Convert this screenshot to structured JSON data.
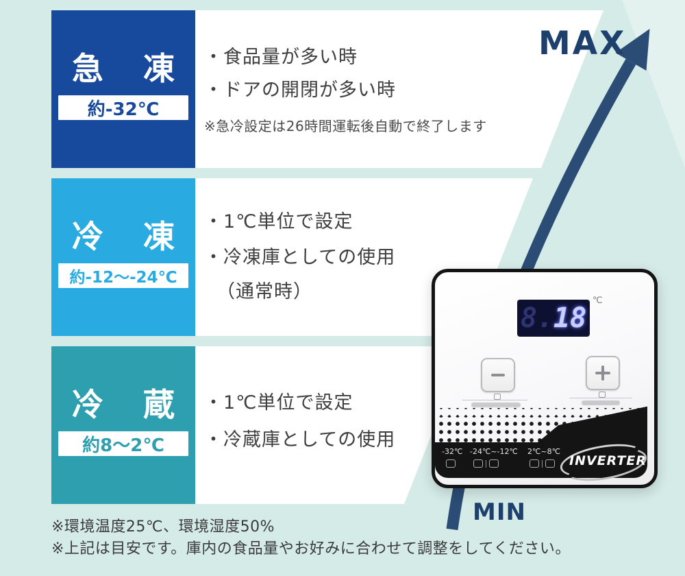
{
  "modes": [
    {
      "title_chars": [
        "急",
        "凍"
      ],
      "temp_label": "約-32℃",
      "bullets": [
        "・食品量が多い時",
        "・ドアの開閉が多い時"
      ],
      "note": "※急冷設定は26時間運転後自動で終了します",
      "color": "#17499c"
    },
    {
      "title_chars": [
        "冷",
        "凍"
      ],
      "temp_label": "約-12～-24℃",
      "bullets": [
        "・1℃単位で設定",
        "・冷凍庫としての使用",
        "（通常時）"
      ],
      "color": "#29abe2"
    },
    {
      "title_chars": [
        "冷",
        "蔵"
      ],
      "temp_label": "約8～2℃",
      "bullets": [
        "・1℃単位で設定",
        "・冷蔵庫としての使用"
      ],
      "color": "#2e9fae"
    }
  ],
  "scale": {
    "max_label": "MAX",
    "min_label": "MIN"
  },
  "control_panel": {
    "display": {
      "ghost_digit": "8.",
      "value": "18",
      "unit": "℃"
    },
    "zones": [
      {
        "range": "-32℃"
      },
      {
        "range": "-24℃~-12℃"
      },
      {
        "range": "2℃~8℃"
      }
    ],
    "brand": "INVERTER"
  },
  "footnotes": [
    "※環境温度25℃、環境湿度50%",
    "※上記は目安です。庫内の食品量やお好みに合わせて調整をしてください。"
  ],
  "colors": {
    "background": "#d5ebe7",
    "accent_navy": "#24466f",
    "quick_freeze_blue": "#17499c",
    "freeze_blue": "#29abe2",
    "fridge_teal": "#2e9fae"
  }
}
